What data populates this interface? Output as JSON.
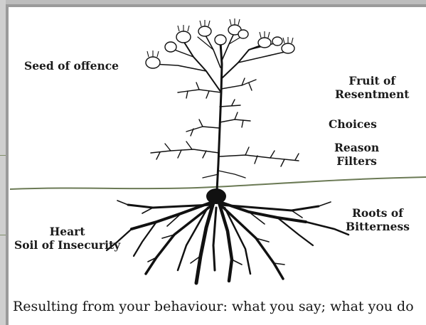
{
  "labels": {
    "seed": "Seed of offence",
    "fruit_line1": "Fruit of",
    "fruit_line2": "Resentment",
    "choices": "Choices",
    "reason": "Reason",
    "filters": "Filters",
    "roots_line1": "Roots of",
    "roots_line2": "Bitterness",
    "heart": "Heart",
    "soil": "Soil of Insecurity"
  },
  "caption": "Resulting from your behaviour: what you say; what you do",
  "colors": {
    "ground_line": "#6b7a55",
    "ink": "#111111",
    "page_border": "#9a9a9a"
  }
}
